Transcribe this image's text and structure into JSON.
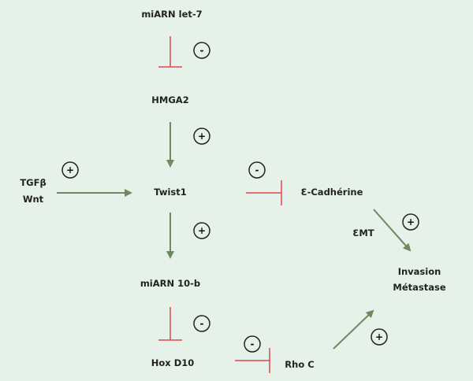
{
  "nodes": {
    "mirna_let7": "miARN let-7",
    "hmga2": "HMGA2",
    "tgfb": "TGFβ",
    "wnt": "Wnt",
    "twist1": "Twist1",
    "ecadherin": "Ɛ-Cadhérine",
    "emt": "ƐMT",
    "invasion": "Invasion",
    "metastase": "Métastase",
    "mirna_10b": "miARN 10-b",
    "hoxd10": "Hox D10",
    "rhoc": "Rho C"
  },
  "signs": {
    "let7_hmga2": "-",
    "hmga2_twist1": "+",
    "tgfb_twist1": "+",
    "twist1_ecad": "-",
    "ecad_invasion": "+",
    "twist1_mir10b": "+",
    "mir10b_hoxd10": "-",
    "hoxd10_rhoc": "-",
    "rhoc_invasion": "+"
  },
  "colors": {
    "background": "#e6f1ea",
    "activation_arrow": "#6e8a5f",
    "inhibition_bar": "#d94a4a",
    "text": "#222222"
  }
}
